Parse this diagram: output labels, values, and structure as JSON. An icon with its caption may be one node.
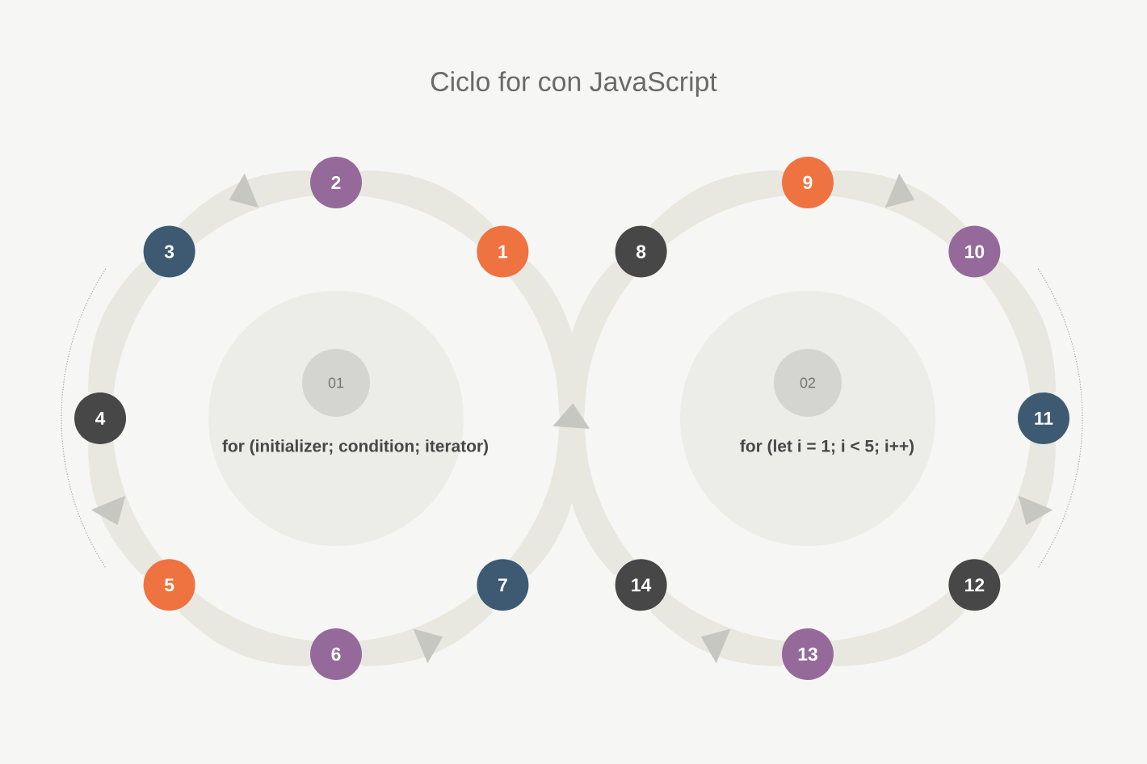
{
  "diagram": {
    "title": "Ciclo for con JavaScript",
    "nodes": [
      {
        "text": [
          "01",
          "for (initializer; condition; iterator)"
        ]
      },
      {
        "text": [
          "02",
          "for (let i = 1; i < 5; i++)"
        ]
      },
      {
        "text": [
          "1"
        ]
      },
      {
        "text": [
          "2"
        ]
      },
      {
        "text": [
          "3"
        ]
      },
      {
        "text": [
          "4"
        ]
      },
      {
        "text": [
          "5"
        ]
      },
      {
        "text": [
          "6"
        ]
      },
      {
        "text": [
          "7"
        ]
      },
      {
        "text": [
          "8"
        ]
      },
      {
        "text": [
          "9"
        ]
      },
      {
        "text": [
          "10"
        ]
      },
      {
        "text": [
          "11"
        ]
      },
      {
        "text": [
          "12"
        ]
      },
      {
        "text": [
          "13"
        ]
      },
      {
        "text": [
          "14"
        ]
      }
    ],
    "edges": [
      {
        "from": 2,
        "to": 3,
        "arrow": "none"
      },
      {
        "from": 3,
        "to": 4,
        "arrow": "to"
      },
      {
        "from": 4,
        "to": 5,
        "arrow": "none"
      },
      {
        "from": 5,
        "to": 6,
        "arrow": "to"
      },
      {
        "from": 6,
        "to": 7,
        "arrow": "none"
      },
      {
        "from": 7,
        "to": 8,
        "arrow": "to"
      },
      {
        "from": 8,
        "to": 9,
        "arrow": "to"
      },
      {
        "from": 9,
        "to": 10,
        "arrow": "none"
      },
      {
        "from": 10,
        "to": 11,
        "arrow": "to"
      },
      {
        "from": 11,
        "to": 12,
        "arrow": "none"
      },
      {
        "from": 12,
        "to": 13,
        "arrow": "to"
      },
      {
        "from": 13,
        "to": 14,
        "arrow": "none"
      },
      {
        "from": 14,
        "to": 15,
        "arrow": "to"
      },
      {
        "from": 15,
        "to": 2,
        "arrow": "none"
      }
    ]
  }
}
